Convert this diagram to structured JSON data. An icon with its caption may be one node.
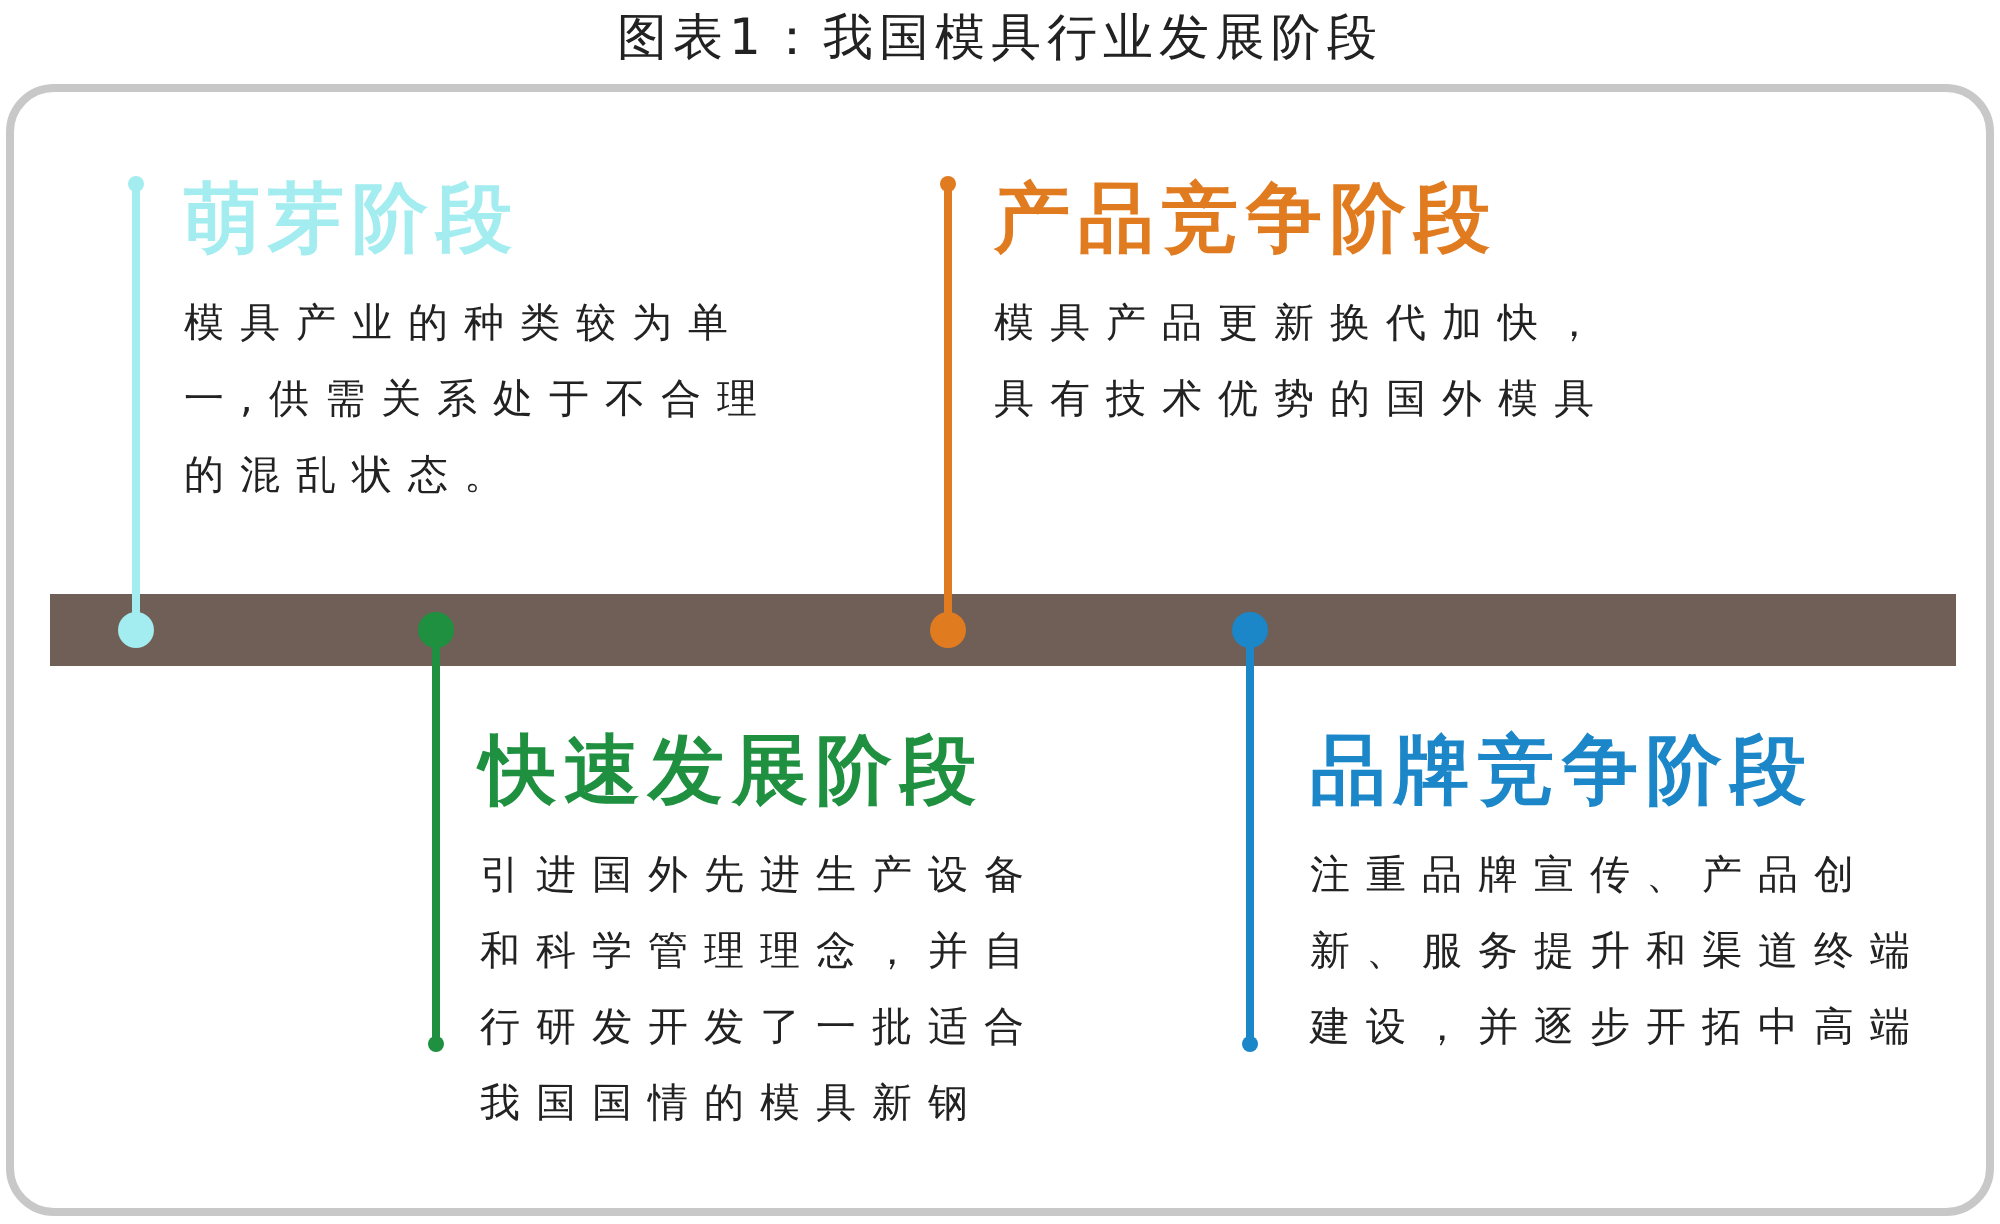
{
  "diagram": {
    "title": "图表1：我国模具行业发展阶段",
    "nodes": [
      {
        "text": [
          "萌芽阶段",
          "模具产业的种类较为单一,供需关系处于不合理的混乱状态。"
        ]
      },
      {
        "text": [
          "产品竞争阶段",
          "模具产品更新换代加快，具有技术优势的国外模具"
        ]
      },
      {
        "text": [],
        "shape": "bar"
      },
      {
        "text": [
          "快速发展阶段",
          "引进国外先进生产设备和科学管理理念，并自行研发开发了一批适合我国国情的模具新钢"
        ]
      },
      {
        "text": [
          "品牌竞争阶段",
          "注重品牌宣传、产品创新、服务提升和渠道终端建设，并逐步开拓中高端"
        ]
      }
    ],
    "edges": [
      {
        "from": 2,
        "to": 0,
        "arrow": "other",
        "color": "#a3ecef"
      },
      {
        "from": 2,
        "to": 1,
        "arrow": "other",
        "color": "#e07b20"
      },
      {
        "from": 2,
        "to": 3,
        "arrow": "other",
        "color": "#1f9040"
      },
      {
        "from": 2,
        "to": 4,
        "arrow": "other",
        "color": "#1b86c8"
      }
    ]
  }
}
